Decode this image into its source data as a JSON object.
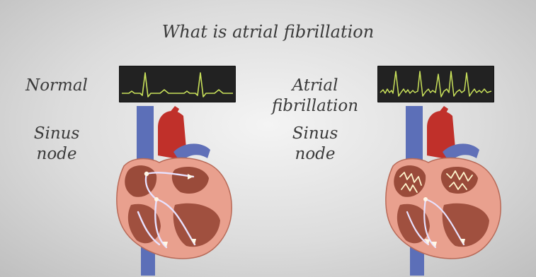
{
  "title": "What is atrial fibrillation",
  "panels": [
    {
      "rhythm_label": "Normal",
      "node_label_line1": "Sinus",
      "node_label_line2": "node",
      "trace": "normal-sinus-rhythm"
    },
    {
      "rhythm_label_line1": "Atrial",
      "rhythm_label_line2": "fibrillation",
      "node_label_line1": "Sinus",
      "node_label_line2": "node",
      "trace": "atrial-fibrillation"
    }
  ],
  "colors": {
    "ecg_trace": "#c8e05a",
    "monitor_bg": "#222222",
    "vein": "#5c6fb8",
    "aorta": "#c0302a",
    "myocardium": "#e9a08e",
    "chamber": "#9a4b3a",
    "electrical_path": "#e8e2ff"
  }
}
